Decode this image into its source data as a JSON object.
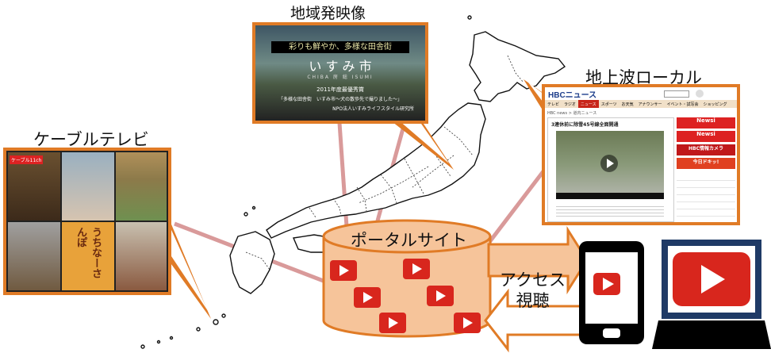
{
  "labels": {
    "regional": "地域発映像",
    "terrestrial": "地上波ローカル",
    "cable": "ケーブルテレビ",
    "portal": "ポータルサイト",
    "access_line1": "アクセス",
    "access_line2": "視聴"
  },
  "regional_video": {
    "banner": "彩りも鮮やか、多様な田舎街",
    "city": "い す み 市",
    "city_sub": "CHIBA 房 総 ISUMI",
    "award": "2011年度最優秀賞",
    "title": "「多様な田舎街　いすみ市〜犬の散歩先で撮りました〜」",
    "org": "NPO法人いすみライフスタイル研究所"
  },
  "hbc": {
    "logo": "HBCニュース",
    "nav": [
      "テレビ",
      "ラジオ",
      "ニュース",
      "スポーツ",
      "お天気",
      "アナウンサー",
      "イベント・試写会",
      "ショッピング"
    ],
    "breadcrumb": "HBC news > 道内ニュース",
    "headline": "3連休前に除雪45号線全面開通",
    "side_items": [
      "Newsi",
      "Newsi",
      "HBC情報カメラ",
      "今日ドキッ!"
    ]
  },
  "cable": {
    "tag": "ケーブル11ch",
    "sign": "うちなーさんぽ"
  },
  "colors": {
    "orange": "#e07b26",
    "orange_fill": "#f6c49a",
    "red": "#d8261d",
    "pink_line": "#d99a9a",
    "navy": "#1f3a66"
  }
}
